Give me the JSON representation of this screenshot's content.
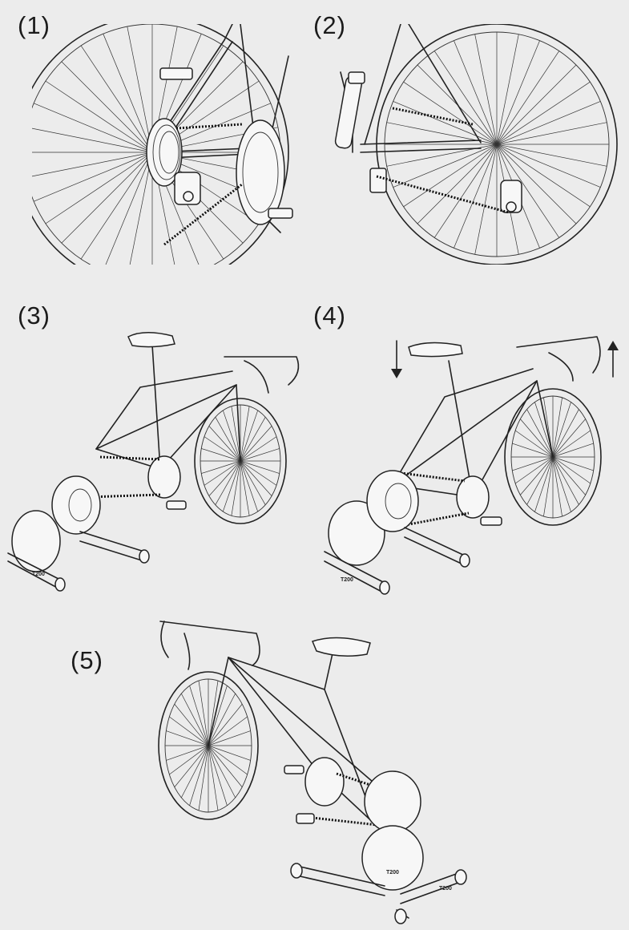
{
  "steps": [
    {
      "label": "(1)"
    },
    {
      "label": "(2)"
    },
    {
      "label": "(3)"
    },
    {
      "label": "(4)"
    },
    {
      "label": "(5)"
    }
  ],
  "trainer_model": "T200",
  "colors": {
    "background": "#ececec",
    "line": "#222222",
    "fill": "#f7f7f7"
  },
  "icons": [
    "down-arrow-icon",
    "up-arrow-icon"
  ]
}
